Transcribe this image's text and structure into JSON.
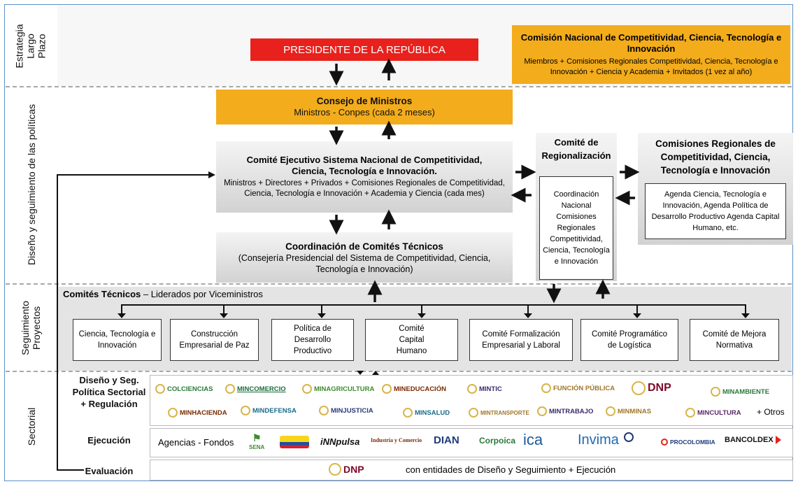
{
  "left_labels": {
    "estrategia": "Estrategia\nLargo Plazo",
    "diseno": "Diseño y seguimiento de las políticas",
    "seguimiento": "Seguimiento\nProyectos",
    "sectorial": "Sectorial"
  },
  "presidente": "PRESIDENTE DE LA REPÚBLICA",
  "comision_nacional": {
    "title": "Comisión Nacional de Competitividad, Ciencia, Tecnología e Innovación",
    "body": "Miembros + Comisiones Regionales Competitividad, Ciencia, Tecnología e Innovación + Ciencia y Academia + Invitados (1 vez al año)"
  },
  "consejo": {
    "title": "Consejo de Ministros",
    "body": "Ministros - Conpes (cada 2 meses)"
  },
  "comite_ejecutivo": {
    "title": "Comité Ejecutivo Sistema Nacional de Competitividad, Ciencia, Tecnología e Innovación.",
    "body": "Ministros + Directores + Privados + Comisiones Regionales de Competitividad, Ciencia, Tecnología e Innovación + Academia y Ciencia (cada mes)"
  },
  "coordinacion": {
    "title": "Coordinación de Comités Técnicos",
    "body": "(Consejería Presidencial del Sistema de Competitividad, Ciencia, Tecnología e Innovación)"
  },
  "regionalizacion": {
    "title": "Comité de Regionalización",
    "body": "Coordinación Nacional Comisiones Regionales Competitividad, Ciencia, Tecnología e Innovación"
  },
  "comisiones_regionales": {
    "title": "Comisiones Regionales de Competitividad, Ciencia, Tecnología e Innovación",
    "body": "Agenda Ciencia, Tecnología e Innovación, Agenda Política de Desarrollo Productivo Agenda Capital Humano, etc."
  },
  "comites_tecnicos": {
    "title": "Comités Técnicos",
    "subtitle": " – Liderados por Viceministros",
    "items": [
      "Ciencia, Tecnología e Innovación",
      "Construcción Empresarial de Paz",
      "Política de Desarrollo Productivo",
      "Comité Capital Humano",
      "Comité Formalización Empresarial y Laboral",
      "Comité Programático de Logística",
      "Comité de Mejora Normativa"
    ]
  },
  "sectorial": {
    "diseno_label": "Diseño y Seg. Política Sectorial + Regulación",
    "ejecucion_label": "Ejecución",
    "evaluacion_label": "Evaluación",
    "logos_row1": [
      "COLCIENCIAS",
      "MINCOMERCIO",
      "MINAGRICULTURA",
      "MINEDUCACIÓN",
      "MINTIC",
      "FUNCIÓN PÚBLICA",
      "DNP",
      "MINAMBIENTE"
    ],
    "logos_row2": [
      "MINHACIENDA",
      "MINDEFENSA",
      "MINJUSTICIA",
      "MINSALUD",
      "MINTRANSPORTE",
      "MINTRABAJO",
      "MINMINAS",
      "MINCULTURA"
    ],
    "otros": "+ Otros",
    "agencias": "Agencias - Fondos",
    "logos_ejecucion": [
      "SENA",
      "iNNpulsa",
      "Industria y Comercio",
      "DIAN",
      "Corpoica",
      "ica",
      "Invima",
      "PROCOLOMBIA",
      "BANCOLDEX"
    ],
    "evaluacion_logo": "DNP",
    "evaluacion_text": "con entidades de Diseño y Seguimiento + Ejecución"
  },
  "colors": {
    "red": "#e8211c",
    "orange": "#f3ac1c",
    "grey": "#d6d6d6"
  }
}
